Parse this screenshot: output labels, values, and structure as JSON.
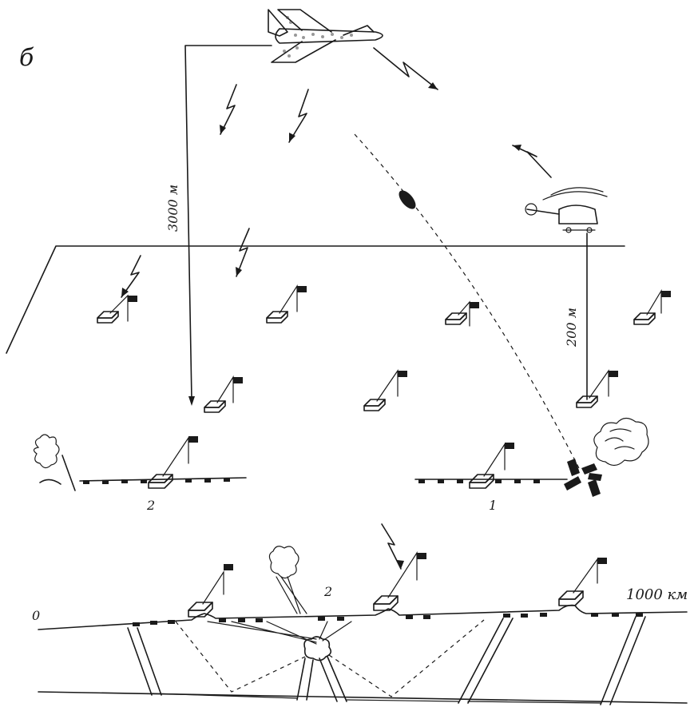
{
  "figure_letter": "б",
  "labels": {
    "altitude_plane": "3000 м",
    "altitude_heli": "200 м",
    "distance": "1000 км",
    "marker_1": "1",
    "marker_2_upper": "2",
    "marker_2_lower": "2",
    "ground_mark": "0"
  }
}
